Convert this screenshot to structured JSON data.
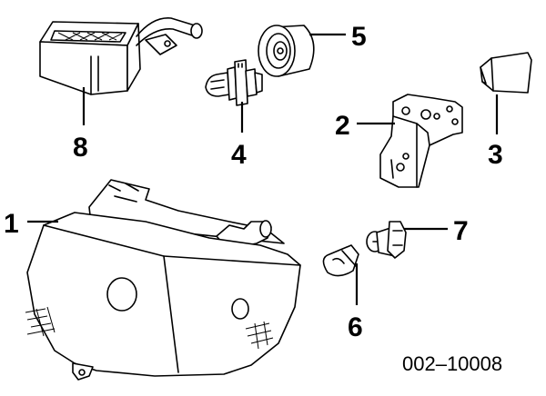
{
  "diagram": {
    "parts": [
      {
        "id": "headlamp",
        "callout": "1",
        "icon": "headlamp-assembly-icon"
      },
      {
        "id": "mounting-bracket",
        "callout": "2",
        "icon": "mounting-bracket-icon"
      },
      {
        "id": "support-bracket",
        "callout": "3",
        "icon": "support-bracket-icon"
      },
      {
        "id": "headlamp-bulb",
        "callout": "4",
        "icon": "halogen-bulb-icon"
      },
      {
        "id": "bulb-socket-cap",
        "callout": "5",
        "icon": "socket-cap-icon"
      },
      {
        "id": "side-marker-bulb",
        "callout": "6",
        "icon": "small-bulb-icon"
      },
      {
        "id": "bulb-socket",
        "callout": "7",
        "icon": "bulb-socket-icon"
      },
      {
        "id": "wiring-connector",
        "callout": "8",
        "icon": "wiring-connector-icon"
      }
    ],
    "diagram_code": "002–10008"
  }
}
